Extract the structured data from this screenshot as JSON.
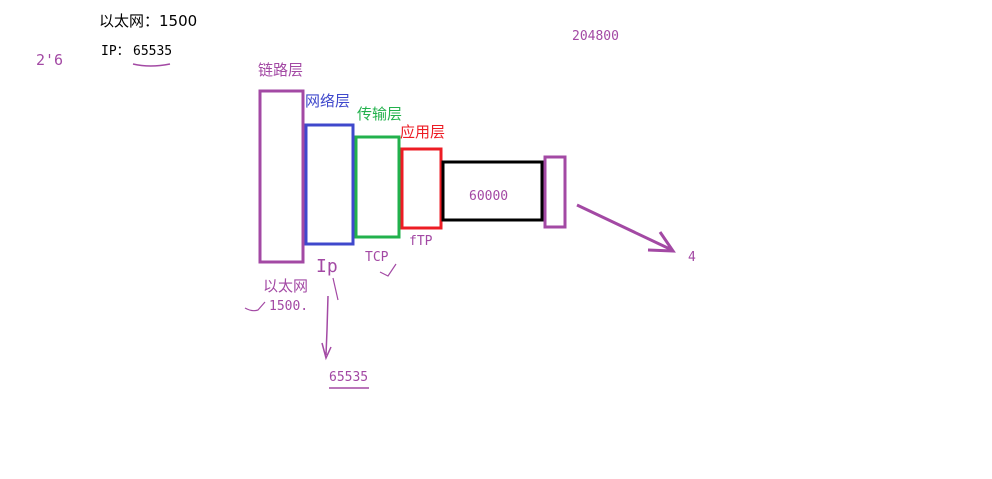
{
  "colors": {
    "purple": "#a349a4",
    "blue": "#3f48cc",
    "green": "#22b14c",
    "red": "#ed1c24",
    "black": "#000000"
  },
  "notes": {
    "ethernet_mtu": "以太网：1500",
    "ip_max": "IP：",
    "ip_max_value": "65535",
    "power_sketch": "2'6",
    "big_number": "204800"
  },
  "layers": {
    "link": "链路层",
    "network": "网络层",
    "transport": "传输层",
    "application": "应用层"
  },
  "payload": "60000",
  "labels": {
    "ethernet": "以太网",
    "ethernet_value": "1500.",
    "ip": "Ip",
    "ip_value": "65535",
    "tcp": "TCP",
    "ftp": "fTP",
    "arrow_result": "4"
  }
}
